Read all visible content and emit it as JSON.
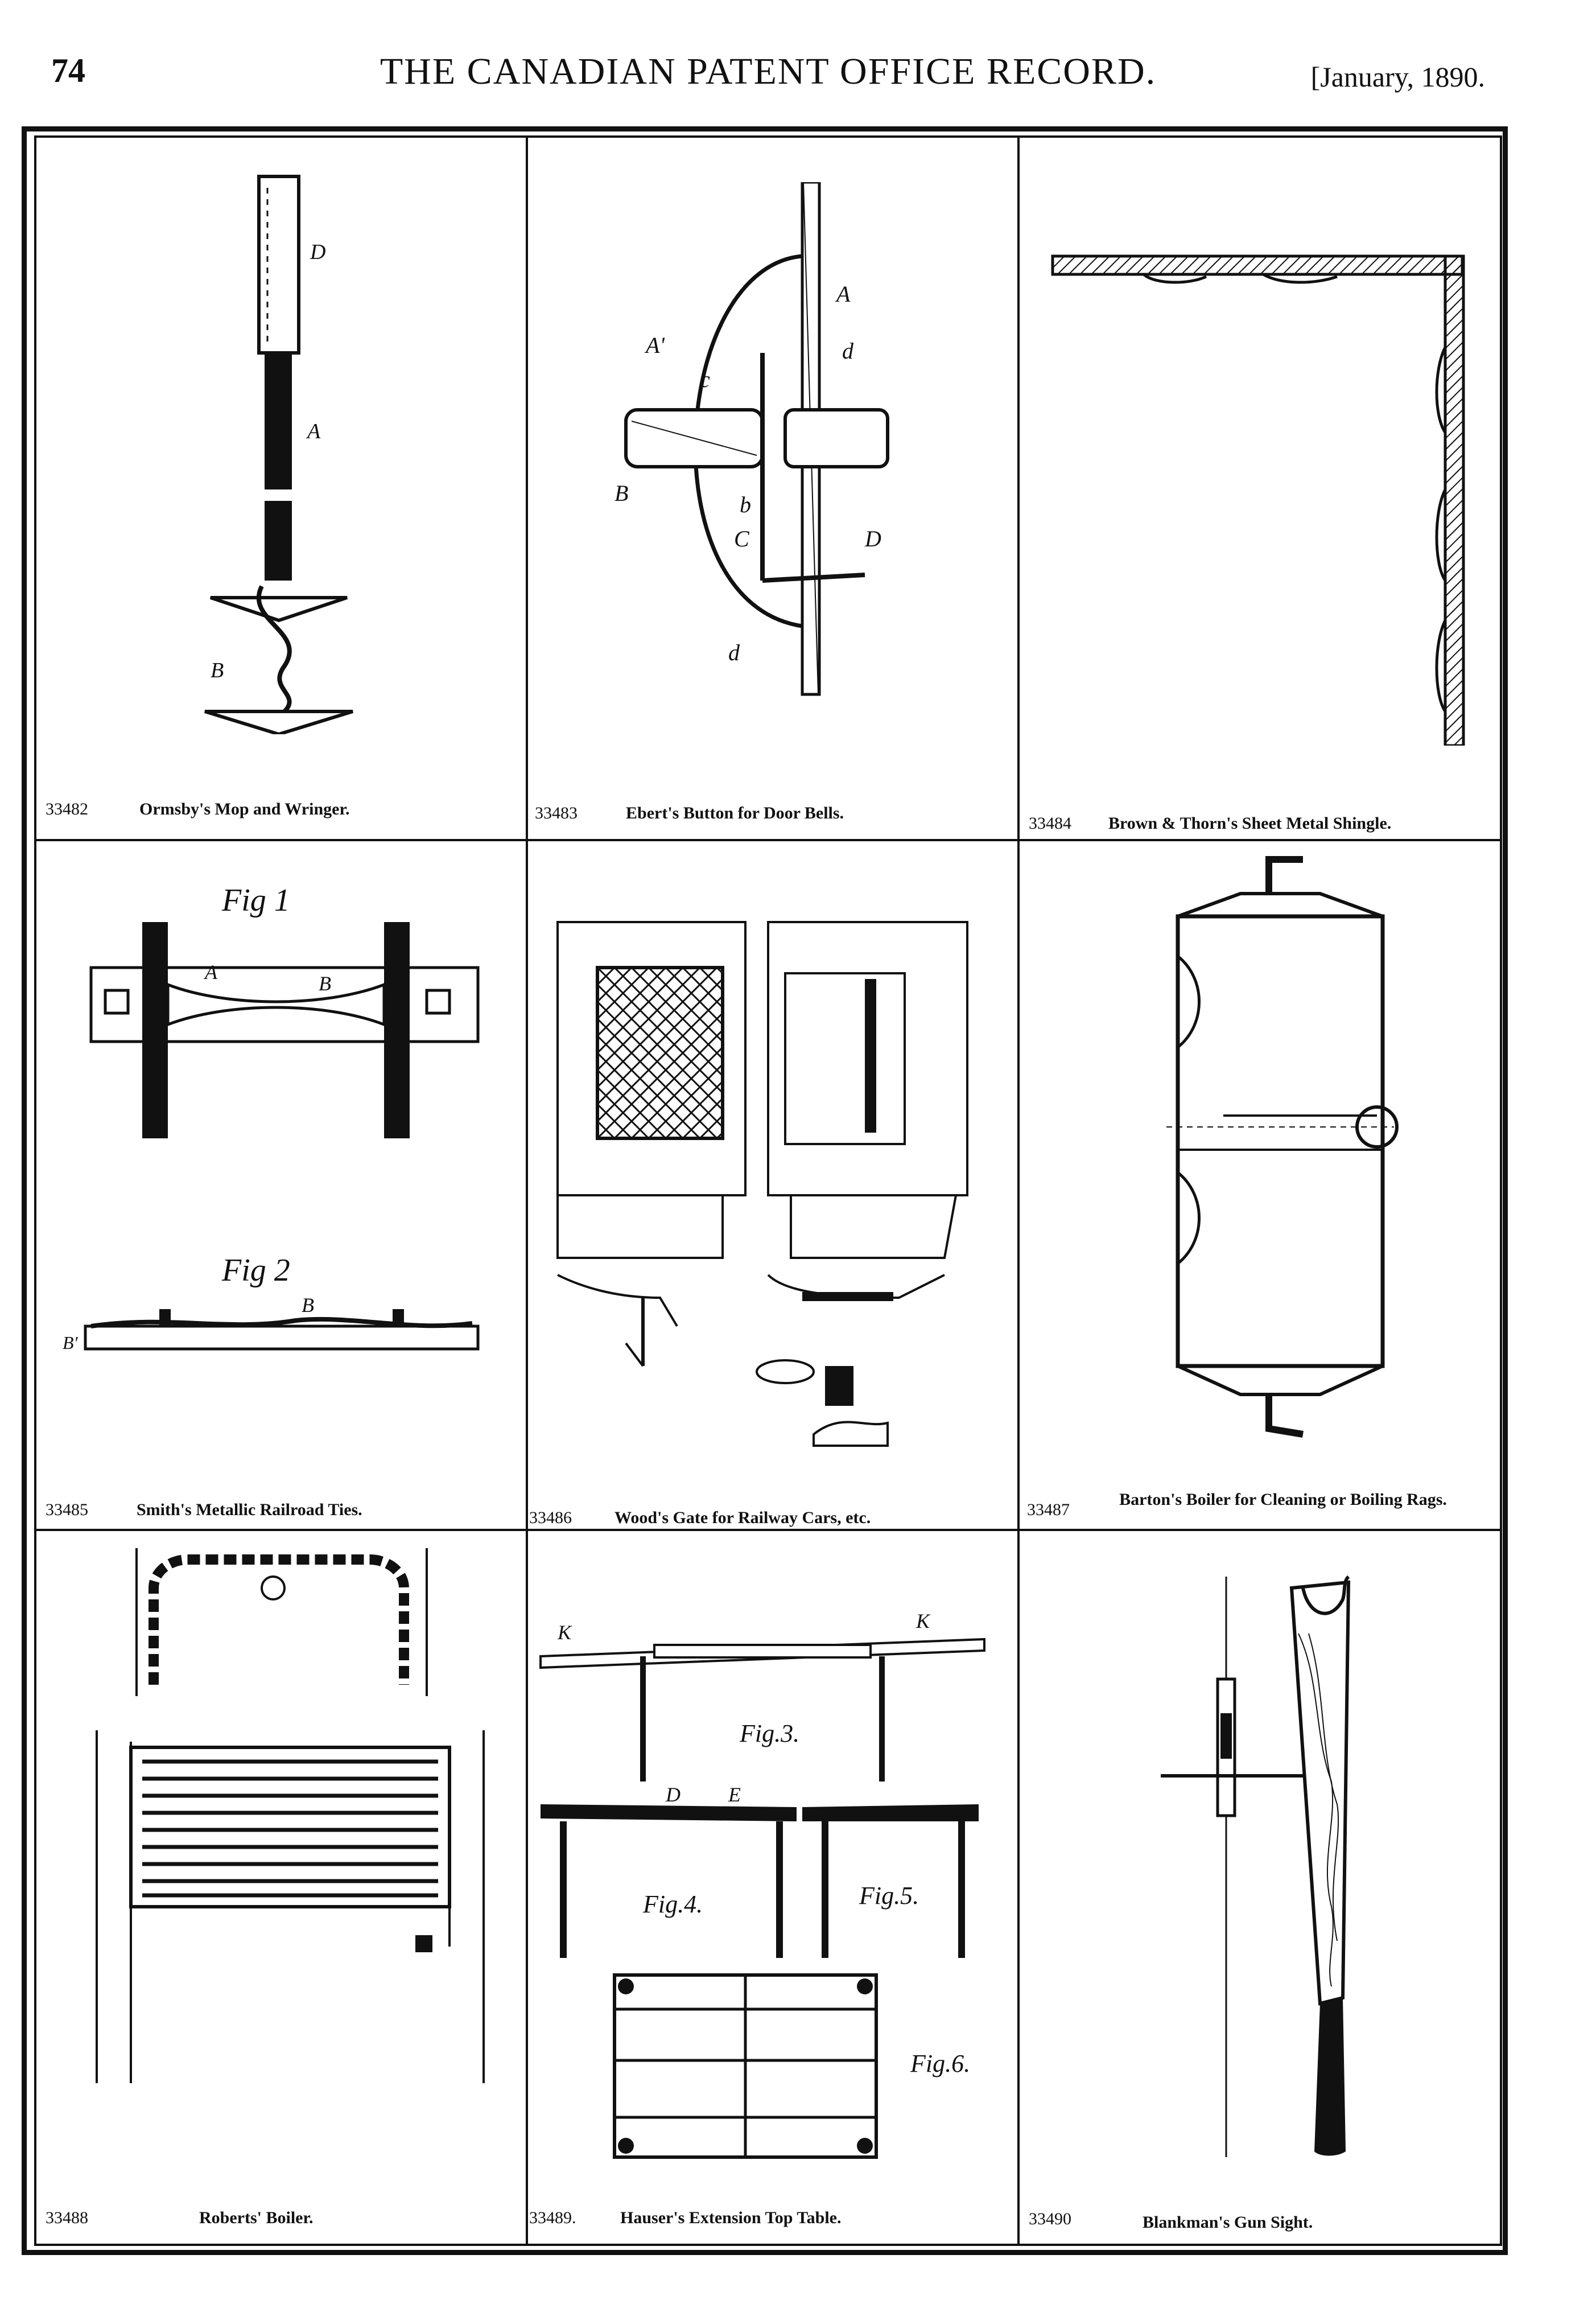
{
  "header": {
    "page_number": "74",
    "journal_title": "THE CANADIAN PATENT OFFICE RECORD.",
    "issue_date": "[January, 1890."
  },
  "patents": [
    {
      "number": "33482",
      "title": "Ormsby's Mop and Wringer."
    },
    {
      "number": "33483",
      "title": "Ebert's Button for Door Bells."
    },
    {
      "number": "33484",
      "title": "Brown & Thorn's Sheet Metal Shingle."
    },
    {
      "number": "33485",
      "title": "Smith's Metallic Railroad Ties."
    },
    {
      "number": "33486",
      "title": "Wood's Gate for Railway Cars, etc."
    },
    {
      "number": "33487",
      "title": "Barton's Boiler for Cleaning or Boiling Rags."
    },
    {
      "number": "33488",
      "title": "Roberts' Boiler."
    },
    {
      "number": "33489.",
      "title": "Hauser's Extension Top Table."
    },
    {
      "number": "33490",
      "title": "Blankman's Gun Sight."
    }
  ],
  "figure_labels": {
    "mop": [
      "D",
      "A",
      "B"
    ],
    "button": [
      "A",
      "A'",
      "c",
      "B",
      "b",
      "C",
      "D",
      "d",
      "d"
    ],
    "ties": [
      "Fig 1",
      "Fig 2",
      "A",
      "B",
      "B",
      "B'"
    ],
    "table": [
      "Fig.3.",
      "Fig.4.",
      "Fig.5.",
      "Fig.6.",
      "D",
      "E",
      "K",
      "K"
    ]
  },
  "colors": {
    "ink": "#111111",
    "paper": "#ffffff"
  }
}
